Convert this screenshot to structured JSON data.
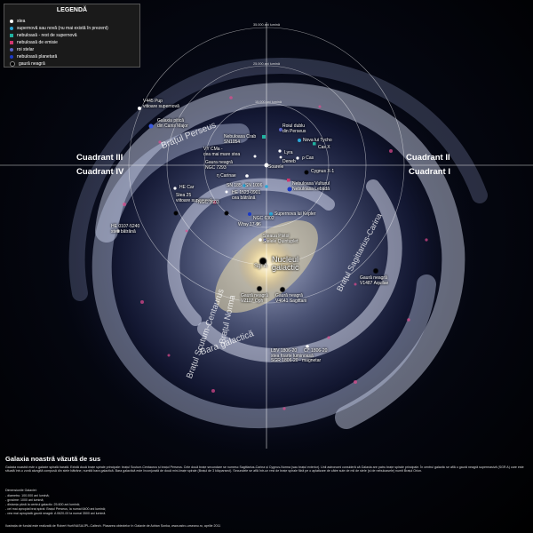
{
  "legend": {
    "title": "LEGENDĂ",
    "items": [
      {
        "label": "stea",
        "color": "#ffffff",
        "shape": "dot"
      },
      {
        "label": "supernovă sau novă (nu mai există în prezent)",
        "color": "#2aa7d8",
        "shape": "dot"
      },
      {
        "label": "nebuloasă - rest de supernovă",
        "color": "#20b2a0",
        "shape": "sq"
      },
      {
        "label": "nebuloasă de emisie",
        "color": "#d2366e",
        "shape": "sq"
      },
      {
        "label": "roi stelar",
        "color": "#5c66c8",
        "shape": "dot"
      },
      {
        "label": "nebuloasă planetară",
        "color": "#1a3ac8",
        "shape": "dot"
      },
      {
        "label": "gaură neagră",
        "color": "#000000",
        "shape": "dot"
      }
    ]
  },
  "rings": {
    "r35": "35.000 ani lumină",
    "r25": "25.000 ani lumină",
    "r15": "15.000 ani lumină"
  },
  "quadrants": {
    "q3": "Cuadrant III",
    "q2": "Cuadrant II",
    "q4": "Cuadrant IV",
    "q1": "Cuadrant I"
  },
  "arms": {
    "perseus": "Brațul Perseus",
    "sagittarius": "Brațul Sagittarius-Carina",
    "norma": "Brațul Norma",
    "scutum": "Brațul Scutum-Centaurus",
    "bar": "Bara galactică"
  },
  "objects": {
    "v445": "V445 Pup\nvitioare supernovă",
    "canis": "Galaxia pitică\ndin Canis Major",
    "crab": "Nebuloasa Crab\nSN1054",
    "double": "Roiul dublu\ndin Perseus",
    "tycho": "Nova lui Tycho",
    "casx": "Cas X",
    "lyra": "Lyra",
    "pcas": "ρ Cas",
    "vycma": "VY CMa -\ncea mai mare stea",
    "soare": "Soarele",
    "deneb": "Deneb",
    "ngc7293": "Gaura neagră\nNGC 7293",
    "cygnus": "Cygnus X-1",
    "etacar": "η Carinae",
    "sn185": "SN 185",
    "sn1006": "SN 1006",
    "vulturul": "Nebuloasa Vulturul\nNebuloasa Lebădă",
    "hecar": "HE Car",
    "he1523": "HE 1523-0901\ncea bătrână",
    "star25": "Stea 25\nviitoare supernovă",
    "ngc3603": "NGC 3603",
    "keplers": "Supernova lui Kepler",
    "he0107": "HE 0107-5240\nstea bătrână",
    "wray": "Wray 17-96",
    "ngc6302": "NGC 6302",
    "pistol": "Steaua Pistol\nStelele Quintuplet",
    "sgra": "Sgr A",
    "nucleul": "Nucleul\ngalactic",
    "gn_v2107": "Gaură neagră\nV2107 Oph",
    "gn_v4641": "Gaură neagră\nV4641 Sagittarii",
    "gn_v1487": "Gaură neagră\nV1487 Aquilae",
    "lbv": "LBV 1806-20\nstea foarte luminoasă\nSGR 1806-20 - magnetar",
    "cl1806": "Cl* 1806-20"
  },
  "caption": {
    "title": "Galaxia noastră văzută de sus",
    "body": "Galaxia noastră este o galaxie spirală barată. Există două brațe spirale principale: brațul Scutum-Centaurus și brațul Perseus. Cele două brațe secundare se numesc Sagittarius-Carina și Cygnus-Norma (sau brațul exterior). Unii astronomi consideră că Galaxia are patru brațe spirale principale. În centrul galactic se află o gaură neagră supermasivă (SGR A) care este situată într-o zonă alungită compusă din stele bătrâne, numită bara galactică. Bara galactică este înconjurată de două mini-brațe spirale (Brațul de 3 kiloparseci). Secundele se află într-un rest de brațe spirale fără pe o aplatizare de către sute de mii de stele (și de nebuloasele) numit Brațul Orion.",
    "dims_title": "Dimensiunile Galaxiei:",
    "dims": [
      "- diametru: 100.000 ani lumină;",
      "- grosime: 1000 ani lumină;",
      "- distanța până la centrul galactic: 25.600 ani lumină;",
      "- cel mai apropiat braț spiral: Brațul Perseus, la numai 6400 ani lumină;",
      "- cea mai apropiată gaură neagră: A 0620-00 la numai 3500 ani lumină."
    ],
    "credit": "Ilustrația de fundal este realizată de Robert Hurt/NASA/JPL-Caltech. Plasarea obiectelor în Galaxie de Adrian Șonka, www.astro-urseanu.ro, aprilie 2011"
  }
}
